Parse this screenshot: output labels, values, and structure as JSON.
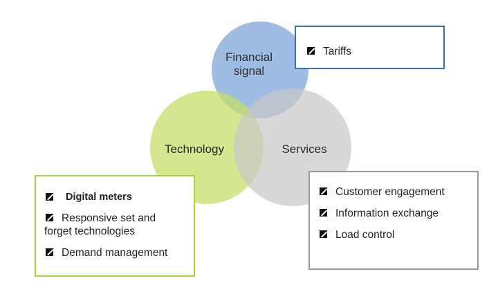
{
  "venn": {
    "financial": {
      "label_line1": "Financial",
      "label_line2": "signal",
      "color": "#7fa7d8"
    },
    "technology": {
      "label": "Technology",
      "color": "#c5df6a"
    },
    "services": {
      "label": "Services",
      "color": "#c8c8c8"
    }
  },
  "boxes": {
    "tariffs": {
      "border_color": "#3d6fb0",
      "items": [
        "Tariffs"
      ]
    },
    "technology": {
      "border_color": "#a8d23a",
      "items": [
        "Digital meters",
        "Responsive set and",
        "forget technologies",
        "Demand management"
      ]
    },
    "services": {
      "border_color": "#9a9a9a",
      "items": [
        "Customer engagement",
        "Information exchange",
        "Load control"
      ]
    }
  }
}
